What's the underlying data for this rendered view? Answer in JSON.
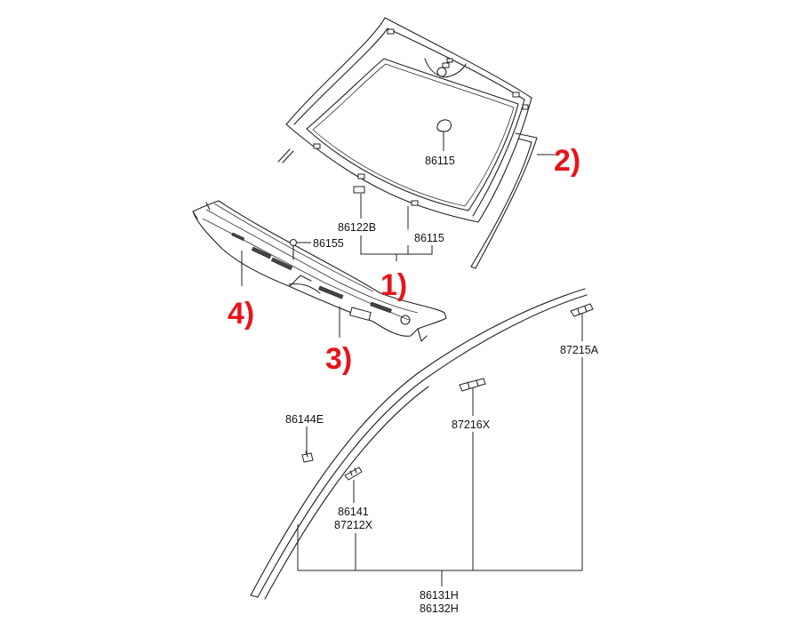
{
  "diagram": {
    "part_numbers": {
      "glass_center": "86115",
      "bracket_lower": "86122B",
      "glass_side": "86115",
      "clip_screw": "86155",
      "molding_clip_upper": "87215A",
      "molding_clip_mid": "87216X",
      "clip_small": "86144E",
      "clip_lower_a": "86141",
      "clip_lower_b": "87212X",
      "molding_a": "86131H",
      "molding_b": "86132H"
    },
    "callouts": {
      "c1": "1)",
      "c2": "2)",
      "c3": "3)",
      "c4": "4)"
    },
    "callout_color": "#e8141b",
    "line_color": "#222222"
  }
}
